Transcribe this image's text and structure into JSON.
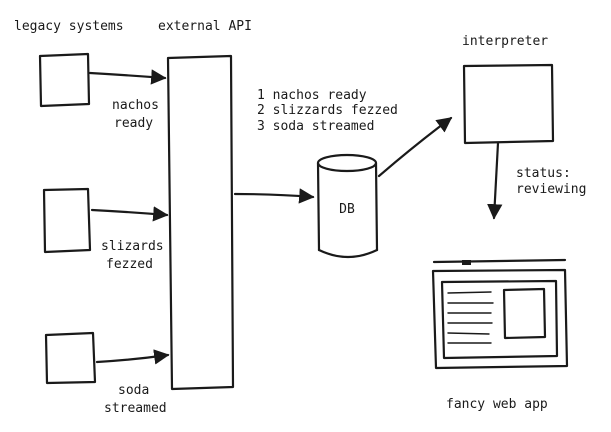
{
  "headers": {
    "legacy_systems": "legacy systems",
    "external_api": "external API",
    "interpreter": "interpreter"
  },
  "legacy_labels": {
    "nachos_line1": "nachos",
    "nachos_line2": "ready",
    "slizards_line1": "slizards",
    "slizards_line2": "fezzed",
    "soda_line1": "soda",
    "soda_line2": "streamed"
  },
  "event_log": [
    "1 nachos ready",
    "2 slizzards fezzed",
    "3 soda streamed"
  ],
  "db_label": "DB",
  "status": {
    "line1": "status:",
    "line2": "reviewing"
  },
  "web_app_label": "fancy web app",
  "colors": {
    "ink": "#1a1a1a",
    "paper": "#ffffff"
  }
}
